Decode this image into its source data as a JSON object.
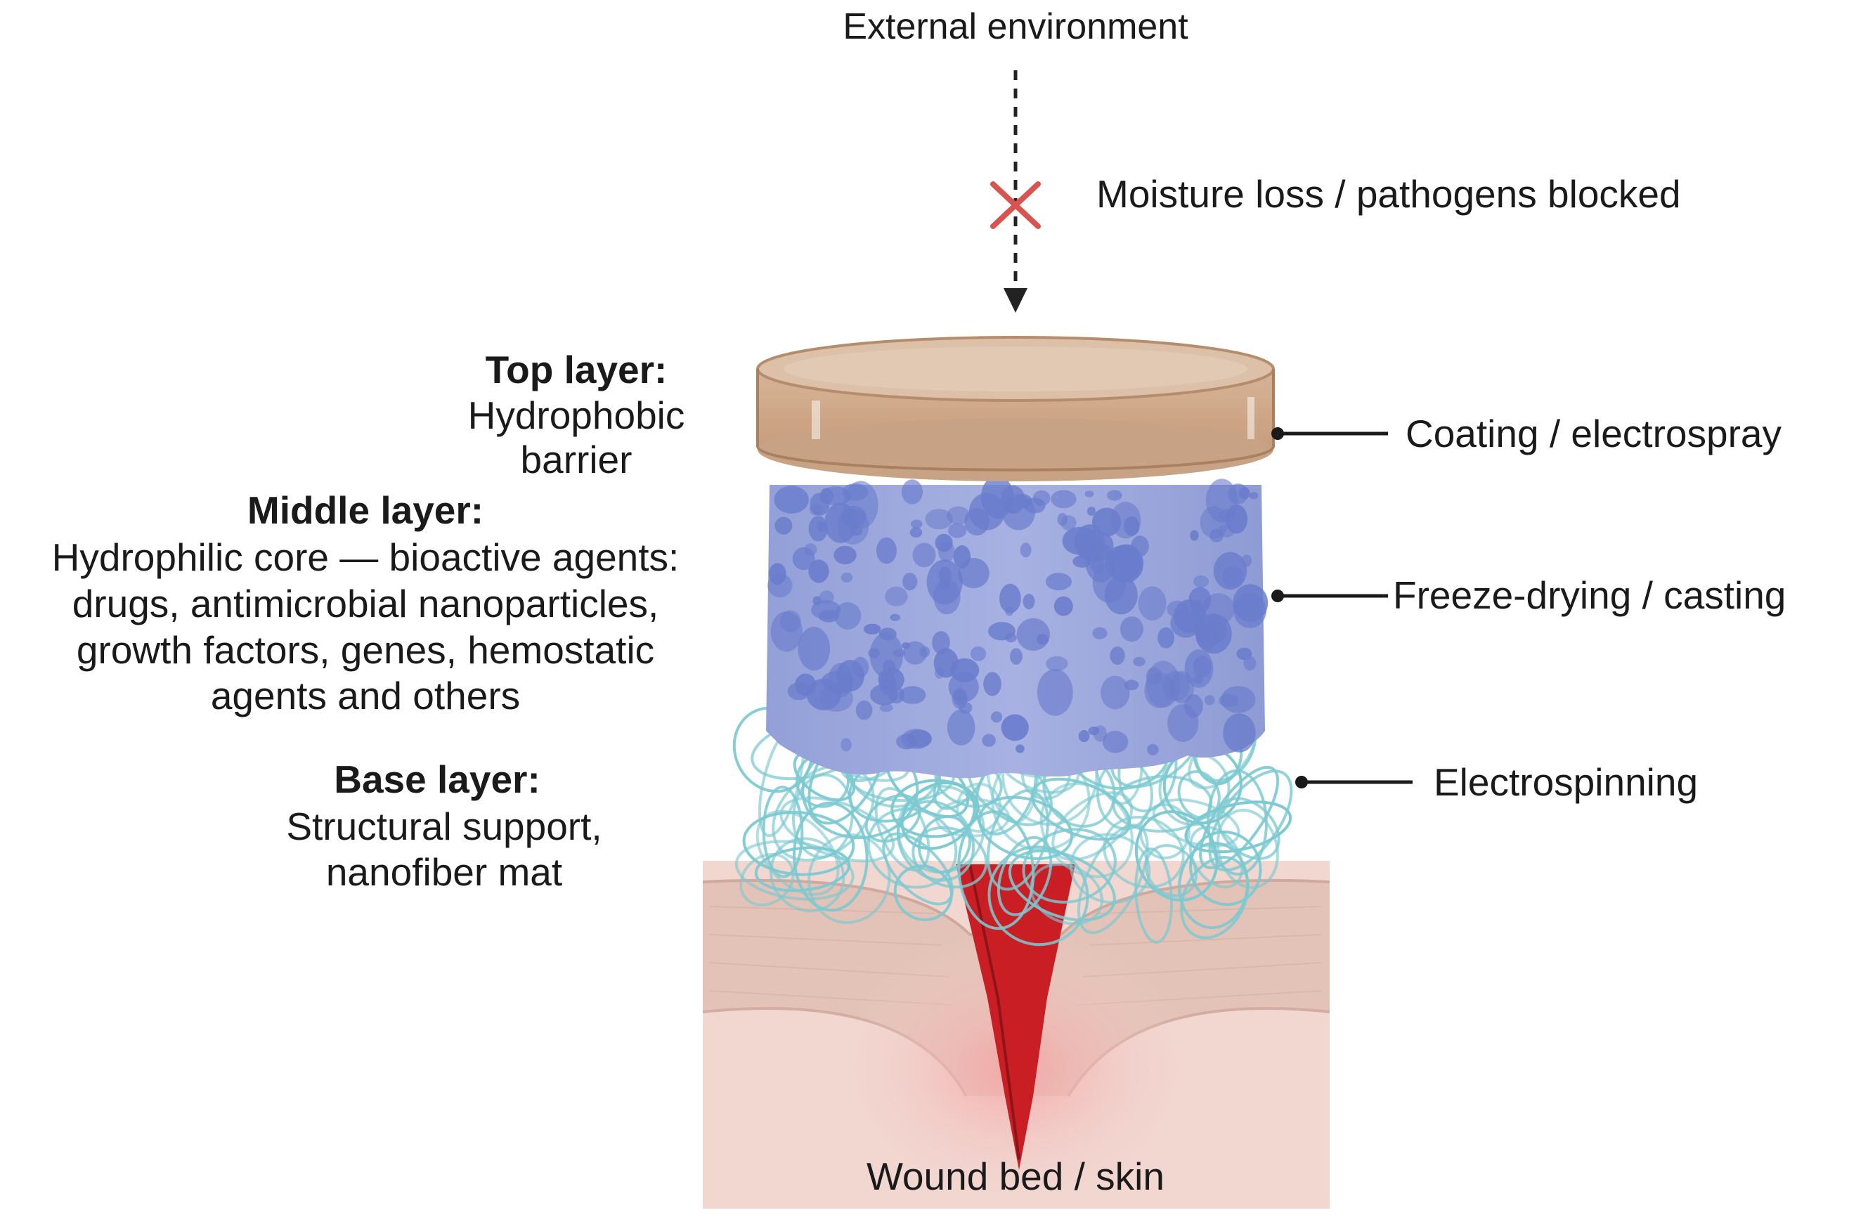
{
  "external_label": "External environment",
  "blocked_label": "Moisture loss / pathogens blocked",
  "layers": {
    "top": {
      "title": "Top layer:",
      "lines": [
        "Hydrophobic",
        "barrier"
      ]
    },
    "middle": {
      "title": "Middle layer:",
      "lines": [
        "Hydrophilic core — bioactive agents:",
        "drugs, antimicrobial nanoparticles,",
        "growth factors, genes, hemostatic",
        "agents and others"
      ]
    },
    "base": {
      "title": "Base layer:",
      "lines": [
        "Structural support,",
        "nanofiber mat"
      ]
    }
  },
  "methods": {
    "top": "Coating / electrospray",
    "middle": "Freeze-drying / casting",
    "base": "Electrospinning"
  },
  "wound_label": "Wound bed / skin",
  "colors": {
    "top_layer": "#c9a083",
    "middle_layer": "#9fa9dd",
    "middle_pores": "#6a7ccc",
    "base_fibers": "#7cc9d1",
    "wound": "#c81e24",
    "skin": "#f2d6d0",
    "block_mark": "#d9534f"
  }
}
